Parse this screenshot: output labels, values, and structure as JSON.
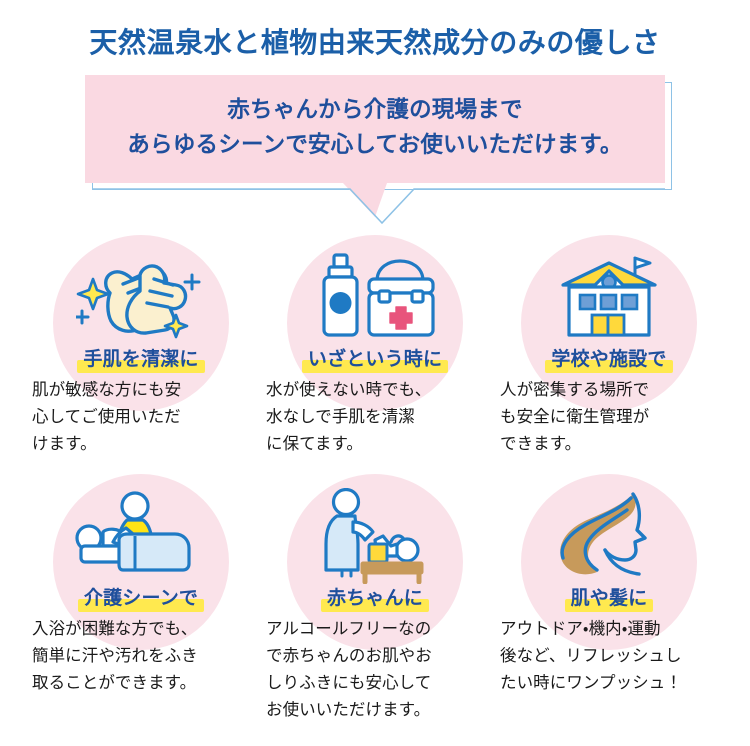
{
  "colors": {
    "headline_blue": "#1b5fa8",
    "bubble_text_blue": "#1f4f9c",
    "bubble_fill_pink": "#fad9e2",
    "bubble_border_blue": "#8ec2e6",
    "circle_pink": "#fae2e9",
    "highlight_yellow": "#ffe94f",
    "icon_outline_blue": "#1f7ac4",
    "icon_skin_cream": "#fbf0cf",
    "icon_yellow": "#ffd93b",
    "icon_tan": "#c79a5b",
    "icon_light_blue": "#d6e9f8",
    "icon_red_cross": "#e8547c",
    "body_text": "#1a1a1a"
  },
  "header": {
    "title": "天然温泉水と植物由来天然成分のみの優しさ"
  },
  "bubble": {
    "line1": "赤ちゃんから介護の現場まで",
    "line2": "あらゆるシーンで安心してお使いいただけます。"
  },
  "cards": [
    {
      "icon": "washing-hands-icon",
      "label": "手肌を清潔に",
      "body_lines": [
        "肌が敏感な方にも安",
        "心してご使用いただ",
        "けます。"
      ]
    },
    {
      "icon": "first-aid-kit-icon",
      "label": "いざという時に",
      "body_lines": [
        "水が使えない時でも、",
        "水なしで手肌を清潔",
        "に保てます。"
      ]
    },
    {
      "icon": "school-building-icon",
      "label": "学校や施設で",
      "body_lines": [
        "人が密集する場所で",
        "も安全に衛生管理が",
        "できます。"
      ]
    },
    {
      "icon": "caregiving-bed-icon",
      "label": "介護シーンで",
      "body_lines": [
        "入浴が困難な方でも、",
        "簡単に汗や汚れをふき",
        "取ることができます。"
      ]
    },
    {
      "icon": "baby-changing-icon",
      "label": "赤ちゃんに",
      "body_lines": [
        "アルコールフリーなの",
        "で赤ちゃんのお肌やお",
        "しりふきにも安心して",
        "お使いいただけます。"
      ]
    },
    {
      "icon": "woman-hair-profile-icon",
      "label": "肌や髪に",
      "body_lines": [
        "アウトドア・機内・運動",
        "後など、リフレッシュし",
        "たい時にワンプッシュ！"
      ]
    }
  ]
}
